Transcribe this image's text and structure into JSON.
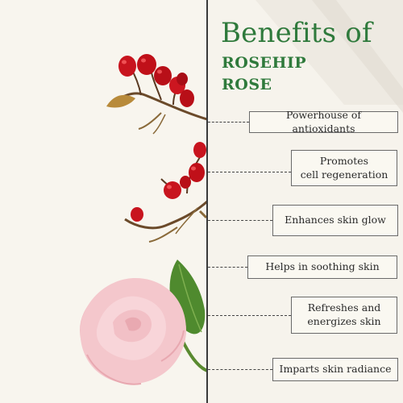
{
  "header": {
    "title": "Benefits of",
    "subtitle_line1": "ROSEHIP",
    "subtitle_line2": "ROSE"
  },
  "benefits": [
    "Powerhouse of antioxidants",
    "Promotes\ncell regeneration",
    "Enhances skin glow",
    "Helps in soothing skin",
    "Refreshes and\nenergizes skin",
    "Imparts skin radiance"
  ],
  "colors": {
    "title_green": "#2f7a3c",
    "background": "#f8f5ee",
    "berry_red": "#c8141e",
    "rose_pink": "#f4c7cc",
    "leaf_green": "#4f8a2e"
  },
  "icons": [
    "rosehip-berries-illustration",
    "rose-flower-illustration"
  ]
}
